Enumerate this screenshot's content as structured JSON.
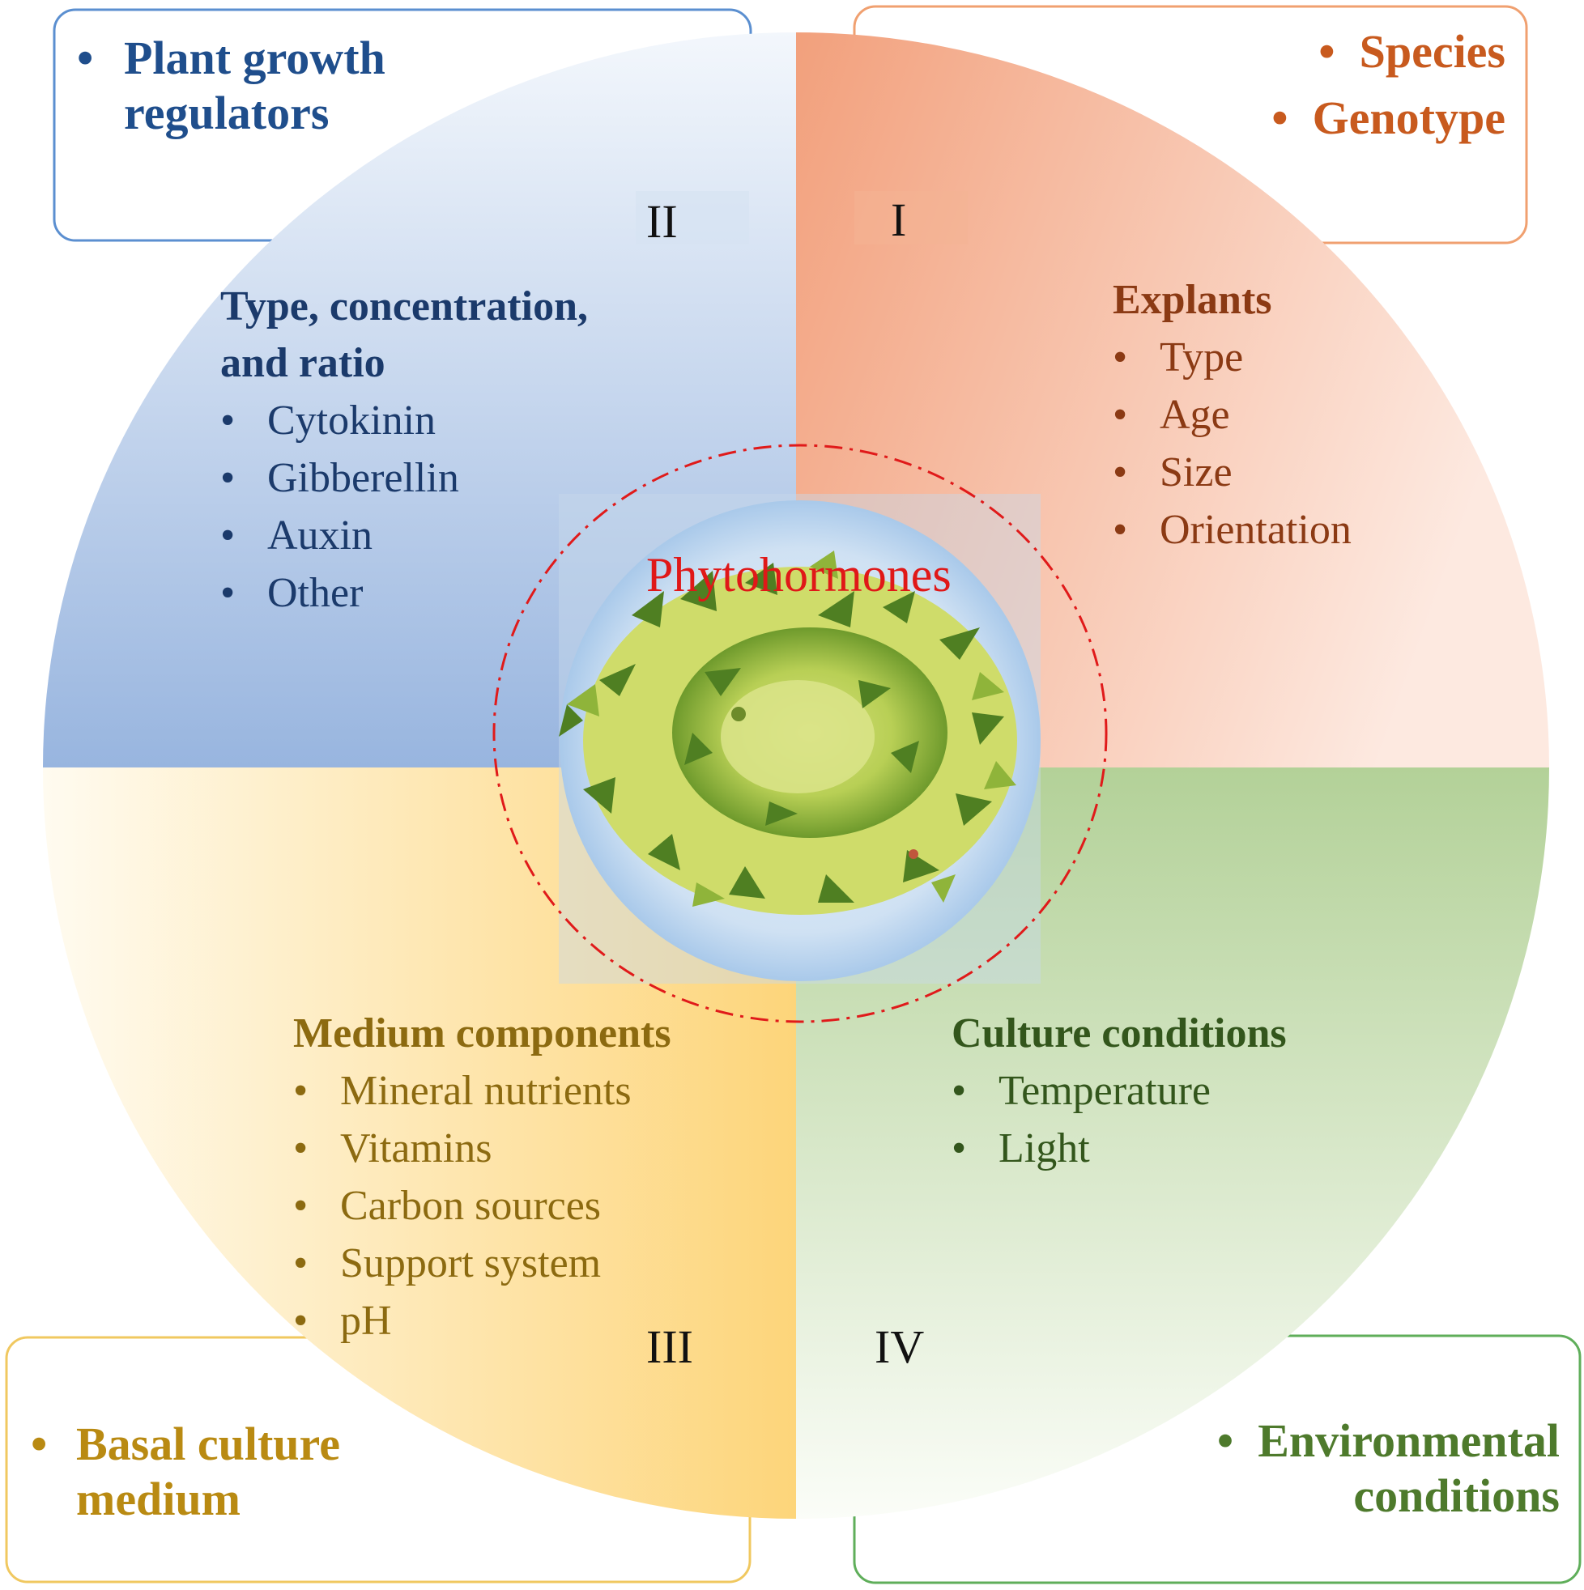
{
  "colors": {
    "q1": "#f2a07c",
    "q2": "#9bb8e0",
    "q3": "#fdd57a",
    "q4": "#b6d39c",
    "dash_ring": "#e01a1a",
    "center_label": "#e01818"
  },
  "center": {
    "label": "Phytohormones",
    "image": "moss-culture-image"
  },
  "quadrants": {
    "q1": {
      "numeral": "I",
      "corner_items": [
        "Species",
        "Genotype"
      ],
      "heading": "Explants",
      "items": [
        "Type",
        "Age",
        "Size",
        "Orientation"
      ]
    },
    "q2": {
      "numeral": "II",
      "corner_items": [
        "Plant growth regulators"
      ],
      "heading_line1": "Type, concentration,",
      "heading_line2": "and ratio",
      "items": [
        "Cytokinin",
        "Gibberellin",
        "Auxin",
        "Other"
      ]
    },
    "q3": {
      "numeral": "III",
      "corner_items": [
        "Basal culture medium"
      ],
      "heading": "Medium components",
      "items": [
        "Mineral nutrients",
        "Vitamins",
        "Carbon sources",
        "Support system",
        "pH"
      ]
    },
    "q4": {
      "numeral": "IV",
      "corner_items": [
        "Environmental conditions"
      ],
      "heading": "Culture conditions",
      "items": [
        "Temperature",
        "Light"
      ]
    }
  }
}
